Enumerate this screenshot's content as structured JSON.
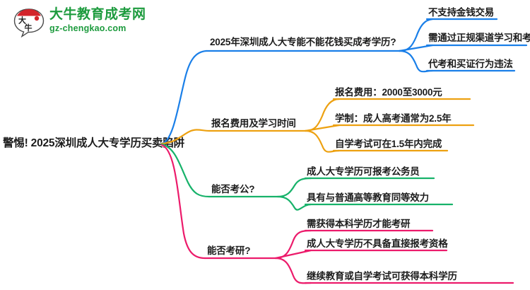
{
  "logo": {
    "mark_alt": "daniu-logo-icon",
    "cn_name": "大牛教育成考网",
    "en_name": "gz-chengkao.com",
    "brand_color": "#1d9b3e",
    "mark_color": "#d3242b"
  },
  "mindmap": {
    "root": {
      "label": "警惕! 2025深圳成人大专学历买卖陷阱"
    },
    "branches": [
      {
        "id": "branch-policy",
        "color": "#1a7fe8",
        "label": "2025年深圳成人大专能不能花钱买成考学历?",
        "children": [
          {
            "label": "不支持金钱交易"
          },
          {
            "label": "需通过正规渠道学习和考试"
          },
          {
            "label": "代考和买证行为违法"
          }
        ]
      },
      {
        "id": "branch-cost",
        "color": "#eda111",
        "label": "报名费用及学习时间",
        "children": [
          {
            "label": "报名费用：2000至3000元"
          },
          {
            "label": "学制：成人高考通常为2.5年"
          },
          {
            "label": "自学考试可在1.5年内完成"
          }
        ]
      },
      {
        "id": "branch-civil-service",
        "color": "#17b26a",
        "label": "能否考公?",
        "children": [
          {
            "label": "成人大专学历可报考公务员"
          },
          {
            "label": "具有与普通高等教育同等效力"
          }
        ]
      },
      {
        "id": "branch-postgraduate",
        "color": "#ec1b6b",
        "label": "能否考研?",
        "children": [
          {
            "label": "需获得本科学历才能考研"
          },
          {
            "label": "成人大专学历不具备直接报考资格"
          },
          {
            "label": "继续教育或自学考试可获得本科学历"
          }
        ]
      }
    ]
  }
}
